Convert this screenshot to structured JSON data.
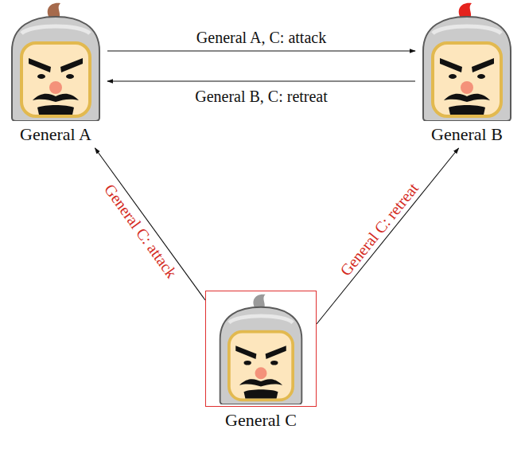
{
  "diagram": {
    "nodes": [
      {
        "text": [
          "General A"
        ]
      },
      {
        "text": [
          "General B"
        ]
      },
      {
        "text": [
          "General C"
        ]
      }
    ],
    "edges": [
      {
        "from": 0,
        "to": 1,
        "label": "General A, C: attack",
        "arrow": "to"
      },
      {
        "from": 1,
        "to": 0,
        "label": "General B, C: retreat",
        "arrow": "to"
      },
      {
        "from": 2,
        "to": 0,
        "label": "General C: attack",
        "arrow": "to"
      },
      {
        "from": 2,
        "to": 1,
        "label": "General C: retreat",
        "arrow": "to"
      }
    ]
  }
}
